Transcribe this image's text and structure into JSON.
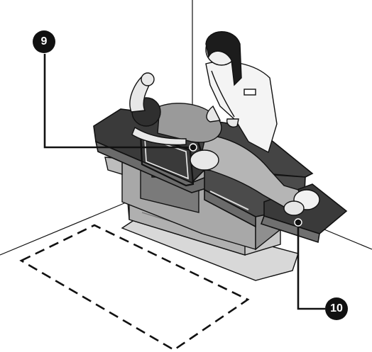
{
  "callouts": [
    {
      "id": "9",
      "label": "9"
    },
    {
      "id": "10",
      "label": "10"
    }
  ],
  "colors": {
    "line": "#111111",
    "table_dark": "#3a3a3a",
    "table_mid": "#6b6b6b",
    "table_light": "#a8a8a8",
    "base_gray": "#c9c9c9",
    "skin": "#e8e8e8",
    "scrubs": "#9a9a9a",
    "jeans": "#b5b5b5"
  }
}
